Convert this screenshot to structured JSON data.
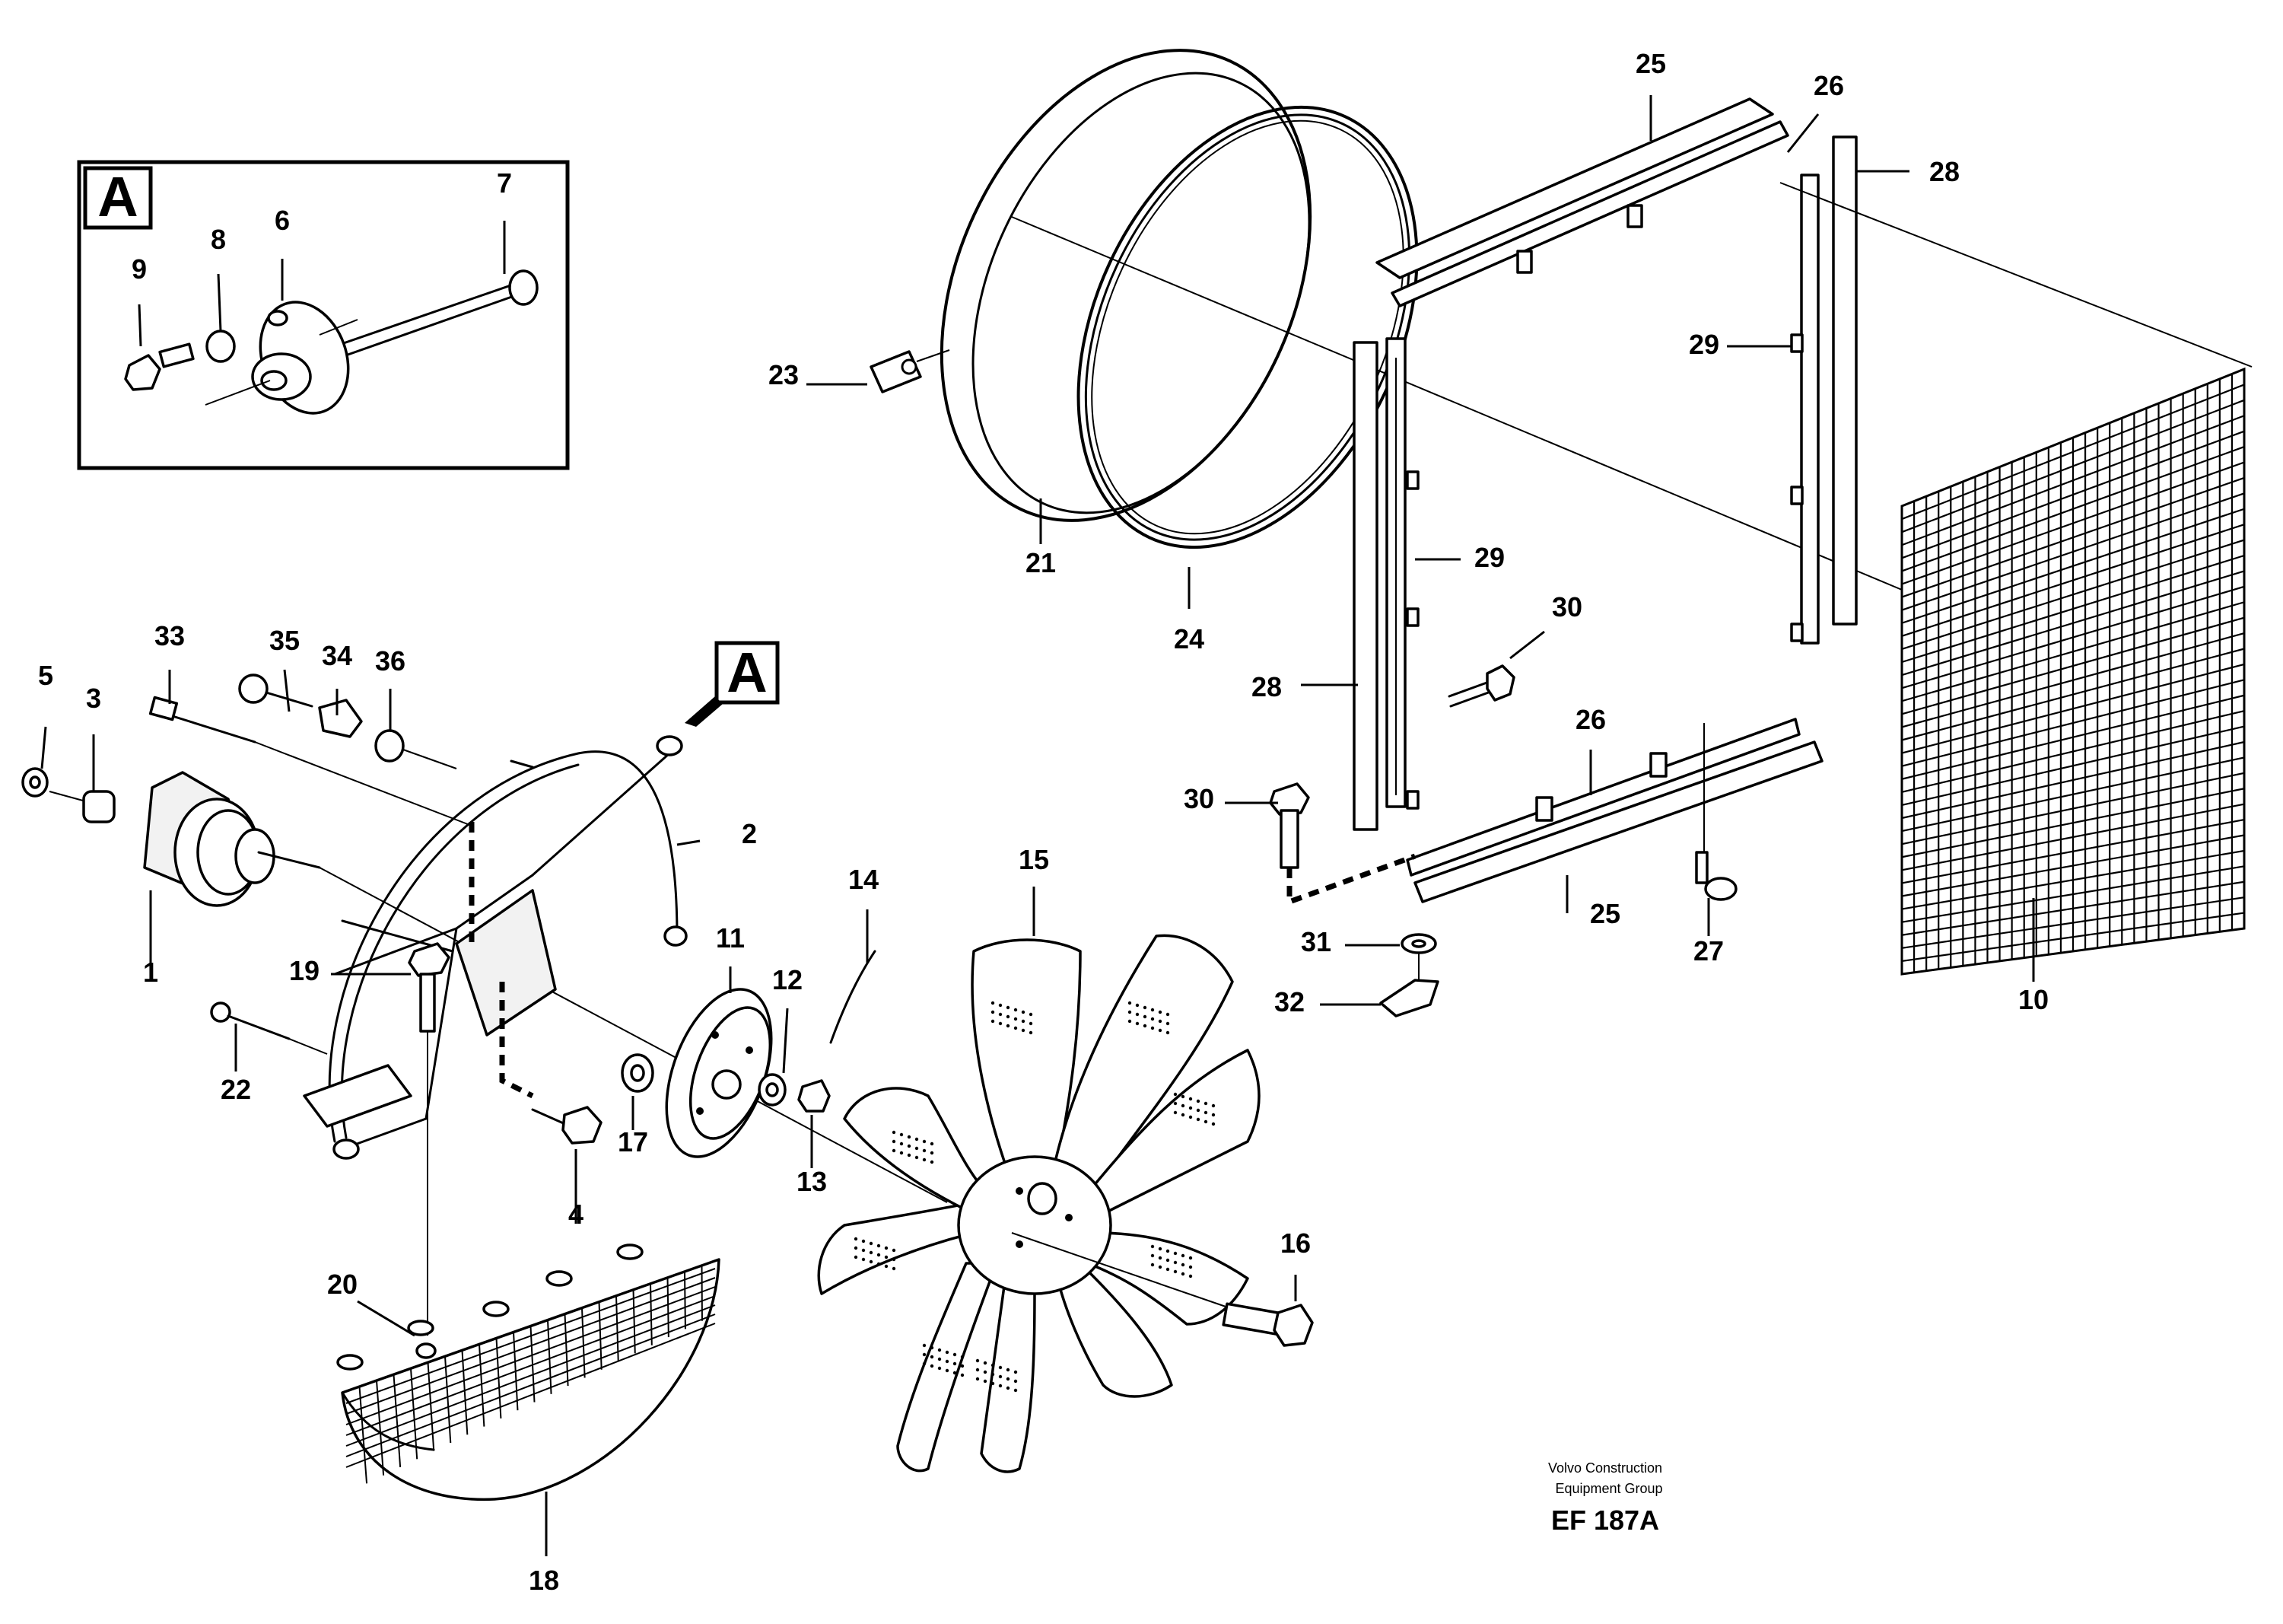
{
  "detail_label": "A",
  "callout_label": "A",
  "parts": [
    {
      "num": "1"
    },
    {
      "num": "2"
    },
    {
      "num": "3"
    },
    {
      "num": "4"
    },
    {
      "num": "5"
    },
    {
      "num": "6"
    },
    {
      "num": "7"
    },
    {
      "num": "8"
    },
    {
      "num": "9"
    },
    {
      "num": "10"
    },
    {
      "num": "11"
    },
    {
      "num": "12"
    },
    {
      "num": "13"
    },
    {
      "num": "14"
    },
    {
      "num": "15"
    },
    {
      "num": "16"
    },
    {
      "num": "17"
    },
    {
      "num": "18"
    },
    {
      "num": "19"
    },
    {
      "num": "20"
    },
    {
      "num": "21"
    },
    {
      "num": "22"
    },
    {
      "num": "23"
    },
    {
      "num": "24"
    },
    {
      "num": "25"
    },
    {
      "num": "25"
    },
    {
      "num": "26"
    },
    {
      "num": "26"
    },
    {
      "num": "27"
    },
    {
      "num": "28"
    },
    {
      "num": "28"
    },
    {
      "num": "29"
    },
    {
      "num": "29"
    },
    {
      "num": "30"
    },
    {
      "num": "30"
    },
    {
      "num": "31"
    },
    {
      "num": "32"
    },
    {
      "num": "33"
    },
    {
      "num": "34"
    },
    {
      "num": "35"
    },
    {
      "num": "36"
    }
  ],
  "credit_line1": "Volvo Construction",
  "credit_line2": "Equipment Group",
  "drawing_code": "EF 187A"
}
